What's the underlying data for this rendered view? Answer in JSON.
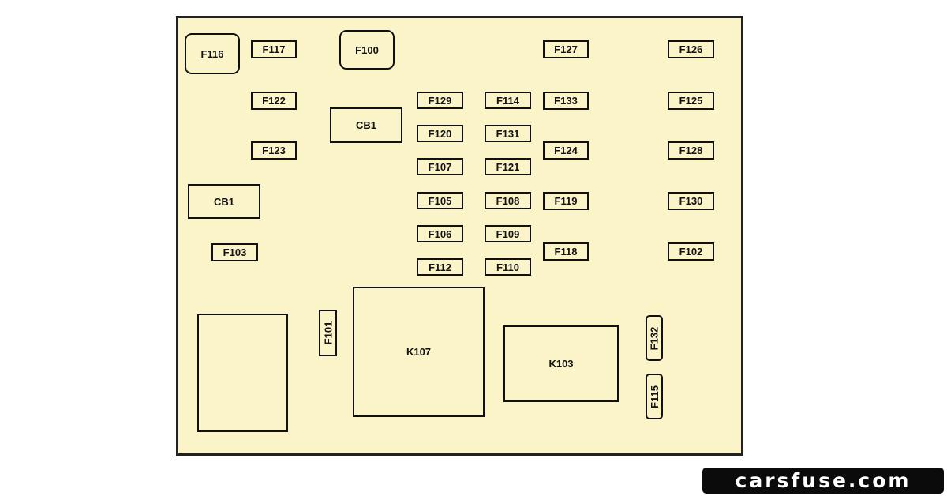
{
  "diagram": {
    "fuses": {
      "f116": "F116",
      "f117": "F117",
      "f100": "F100",
      "f127": "F127",
      "f126": "F126",
      "f122": "F122",
      "f129": "F129",
      "f114": "F114",
      "f133": "F133",
      "f125": "F125",
      "f120": "F120",
      "f131": "F131",
      "f123": "F123",
      "f124": "F124",
      "f128": "F128",
      "f107": "F107",
      "f121": "F121",
      "f105": "F105",
      "f108": "F108",
      "f119": "F119",
      "f130": "F130",
      "f106": "F106",
      "f109": "F109",
      "f103": "F103",
      "f112": "F112",
      "f110": "F110",
      "f118": "F118",
      "f102": "F102",
      "f101": "F101",
      "f132": "F132",
      "f115": "F115"
    },
    "breakers": {
      "cb1_upper": "CB1",
      "cb1_left": "CB1"
    },
    "relays": {
      "k107": "K107",
      "k103": "K103"
    }
  },
  "watermark": "carsfuse.com"
}
